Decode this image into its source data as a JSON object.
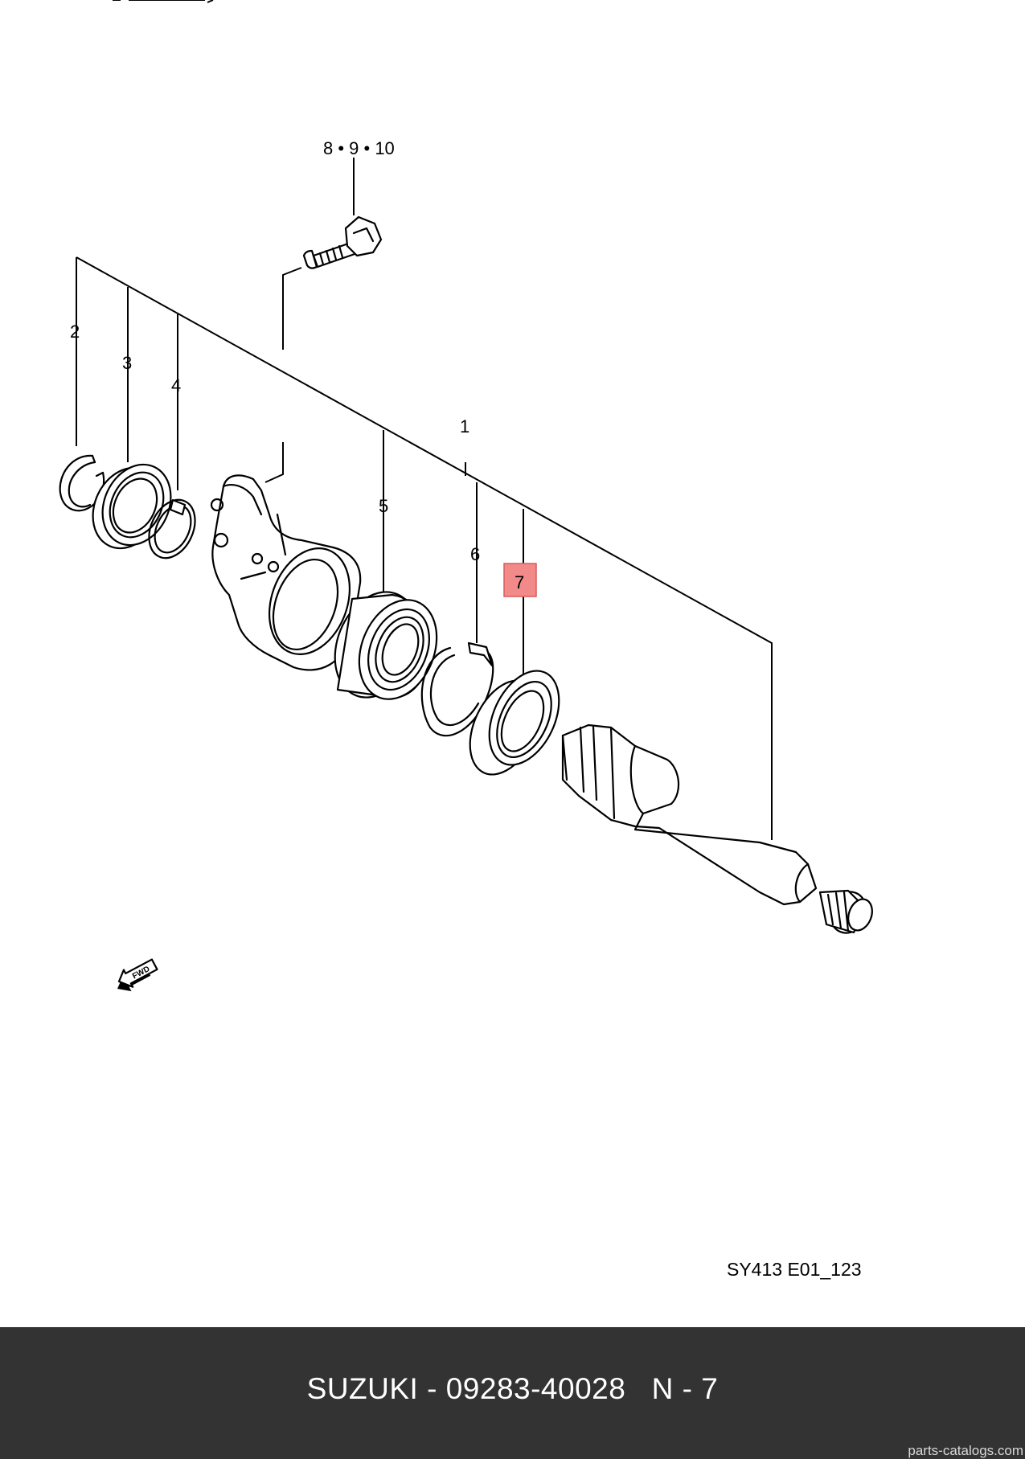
{
  "diagram": {
    "labels": {
      "p1": "1",
      "p2": "2",
      "p3": "3",
      "p4": "4",
      "p5": "5",
      "p6": "6",
      "p7": "7",
      "p8_9_10": "8 • 9 • 10"
    },
    "highlighted_part": "7",
    "highlight_color": "#f28a8a",
    "fwd_label": "FWD",
    "reference_code": "SY413 E01_123"
  },
  "footer": {
    "title": "SUZUKI - 09283-40028   N - 7",
    "background_color": "#333333",
    "watermark": "parts-catalogs.com"
  }
}
